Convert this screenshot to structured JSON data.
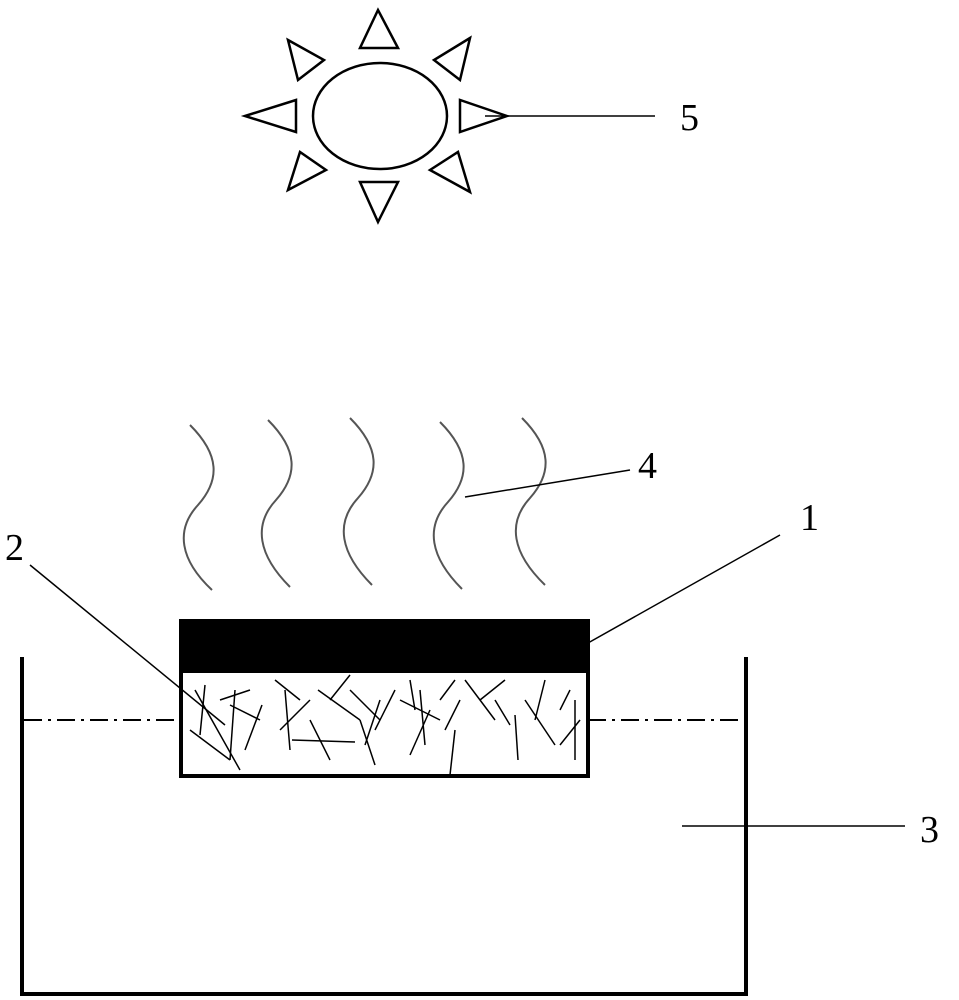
{
  "labels": {
    "evaporator": "1",
    "fibers": "2",
    "water_container": "3",
    "vapor": "4",
    "sun": "5"
  },
  "colors": {
    "ink": "#000000",
    "background": "#ffffff",
    "vapor_stroke": "#555555"
  }
}
